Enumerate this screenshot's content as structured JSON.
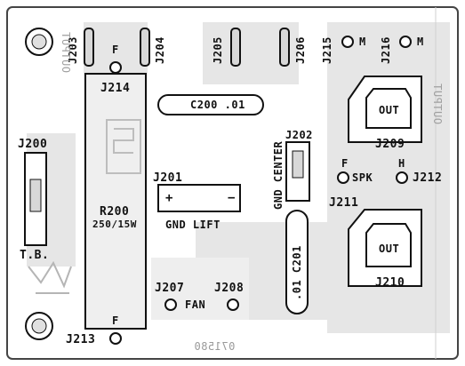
{
  "colors": {
    "trace": "#e4e4e4",
    "trace_dark": "#cfcfcf",
    "ink": "#111111",
    "faint": "#a0a0a0"
  },
  "labels": {
    "j203": "J203",
    "j204": "J204",
    "j205": "J205",
    "j206": "J206",
    "j215": "J215",
    "j216": "J216",
    "m1": "M",
    "m2": "M",
    "f_top": "F",
    "j214": "J214",
    "c200": "C200 .01",
    "j200": "J200",
    "tb": "T.B.",
    "r200": "R200",
    "r200_rating": "250/15W",
    "j201": "J201",
    "plus": "+",
    "minus": "−",
    "gnd_lift": "GND LIFT",
    "gnd_center": "GND CENTER",
    "j202": "J202",
    "c201": ".01 C201",
    "j207": "J207",
    "j208": "J208",
    "fan": "FAN",
    "f_bottom": "F",
    "j213": "J213",
    "out_top": "OUT",
    "j209": "J209",
    "f_right": "F",
    "h_right": "H",
    "spk": "SPK",
    "j212": "J212",
    "j211": "J211",
    "out_bottom": "OUT",
    "j210": "J210",
    "mirror_bottom": "071580",
    "mirror_left": "OUTPUT",
    "mirror_right": "OUTPUT"
  }
}
